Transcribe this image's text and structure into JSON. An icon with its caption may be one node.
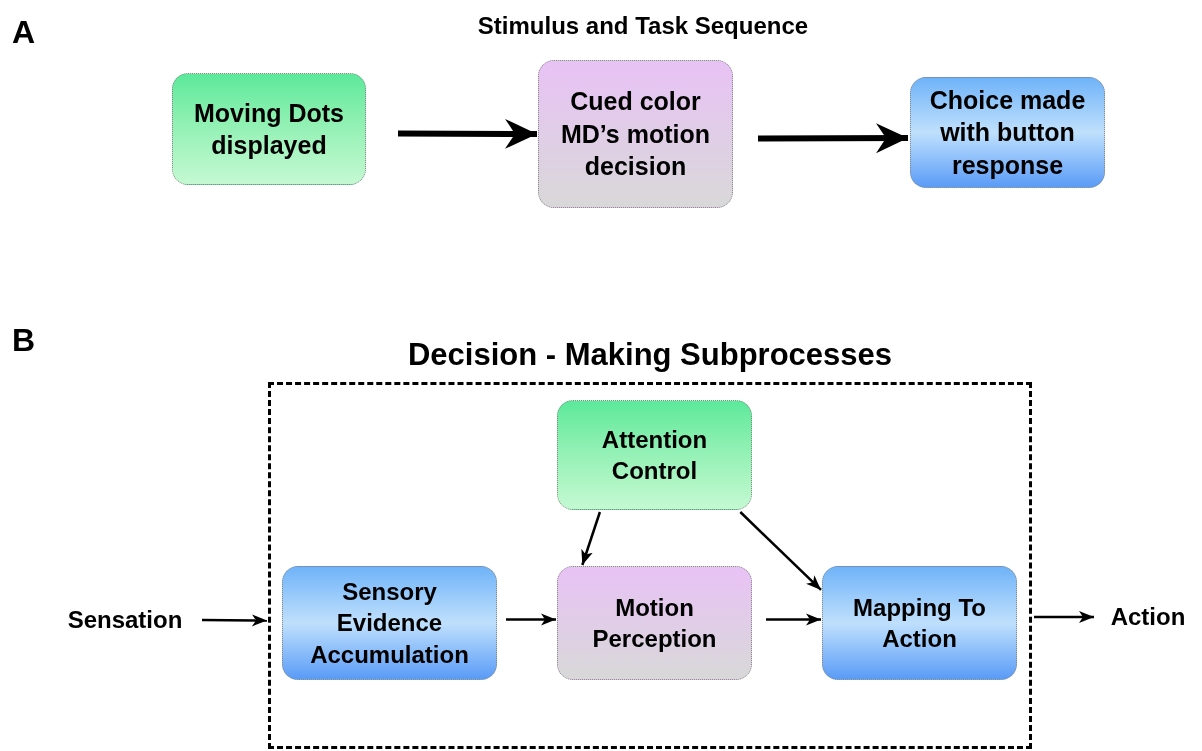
{
  "diagram": {
    "title": "Stimulus and Task Sequence",
    "nodes": [
      {
        "text": [
          "Moving Dots displayed"
        ]
      },
      {
        "text": [
          "Cued color MD’s motion decision"
        ]
      },
      {
        "text": [
          "Choice made with button response"
        ]
      },
      {
        "text": [
          "Decision - Making Subprocesses"
        ]
      },
      {
        "text": [
          "Attention Control"
        ],
        "in": 3
      },
      {
        "text": [
          "Sensory Evidence Accumulation"
        ],
        "in": 3
      },
      {
        "text": [
          "Motion Perception"
        ],
        "in": 3
      },
      {
        "text": [
          "Mapping To Action"
        ],
        "in": 3
      },
      {
        "text": [
          "Sensation"
        ]
      },
      {
        "text": [
          "Action"
        ]
      }
    ],
    "edges": [
      {
        "from": 0,
        "to": 1,
        "arrow": "to",
        "style": "thick"
      },
      {
        "from": 1,
        "to": 2,
        "arrow": "to",
        "style": "thick"
      },
      {
        "from": 8,
        "to": 3,
        "arrow": "to"
      },
      {
        "from": 4,
        "to": 6,
        "arrow": "to"
      },
      {
        "from": 4,
        "to": 7,
        "arrow": "to"
      },
      {
        "from": 5,
        "to": 6,
        "arrow": "to"
      },
      {
        "from": 6,
        "to": 7,
        "arrow": "to"
      },
      {
        "from": 3,
        "to": 9,
        "arrow": "to"
      }
    ],
    "labels": [
      "A",
      "B"
    ]
  }
}
